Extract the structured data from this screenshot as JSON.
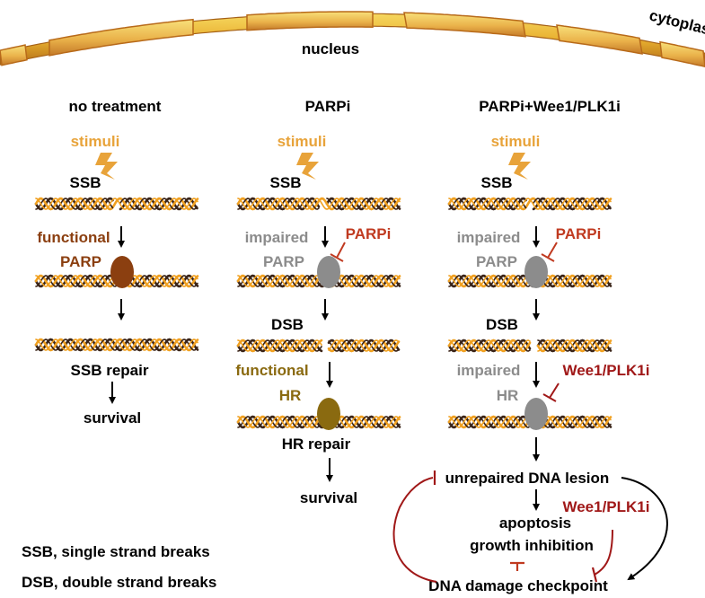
{
  "membrane": {
    "nucleus": "nucleus",
    "cytoplasm": "cytoplasm"
  },
  "columns": {
    "no_treatment": {
      "title": "no treatment",
      "stimuli": "stimuli",
      "ssb": "SSB",
      "functional": "functional",
      "parp": "PARP",
      "repair": "SSB repair",
      "outcome": "survival"
    },
    "parpi": {
      "title": "PARPi",
      "stimuli": "stimuli",
      "ssb": "SSB",
      "impaired": "impaired",
      "parp": "PARP",
      "inhibitor": "PARPi",
      "dsb": "DSB",
      "functional": "functional",
      "hr": "HR",
      "repair": "HR repair",
      "outcome": "survival"
    },
    "combo": {
      "title": "PARPi+Wee1/PLK1i",
      "stimuli": "stimuli",
      "ssb": "SSB",
      "impaired1": "impaired",
      "parp": "PARP",
      "inhibitor1": "PARPi",
      "dsb": "DSB",
      "impaired2": "impaired",
      "hr": "HR",
      "inhibitor2": "Wee1/PLK1i",
      "lesion": "unrepaired DNA lesion",
      "apoptosis": "apoptosis",
      "growth": "growth inhibition",
      "inhibitor3": "Wee1/PLK1i",
      "checkpoint": "DNA damage checkpoint"
    }
  },
  "legend": {
    "ssb": "SSB, single strand breaks",
    "dsb": "DSB, double strand breaks"
  },
  "colors": {
    "stimuli": "#e8a33a",
    "strand_orange": "#f0a020",
    "strand_dark": "#3a2418",
    "parp_functional": "#8b3f10",
    "hr_functional": "#8a6a10",
    "impaired": "#8c8c8c",
    "inhibitor": "#c03a20",
    "wee1": "#a01818",
    "membrane_outer": "#c87820",
    "membrane_inner": "#f0c040"
  }
}
